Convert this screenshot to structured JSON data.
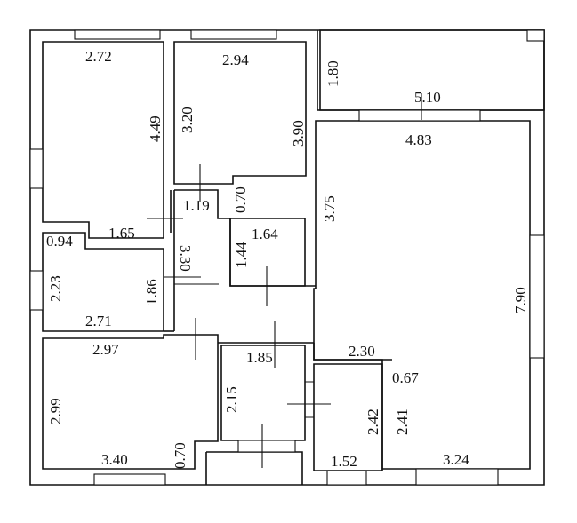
{
  "plan": {
    "labels": {
      "r1_width": "2.72",
      "r1_height": "4.49",
      "r1_bottom": "1.65",
      "r2_width": "2.94",
      "r2_left": "3.20",
      "r2_right": "3.90",
      "r3_height": "1.80",
      "r3_width": "5.10",
      "living_top": "4.83",
      "living_left": "3.75",
      "living_right": "7.90",
      "living_bottom": "3.24",
      "corr_a": "1.19",
      "corr_b": "0.70",
      "corr_c": "3.30",
      "small_width": "1.64",
      "small_height": "1.44",
      "r4_top": "0.94",
      "r4_left": "2.23",
      "r4_right": "1.86",
      "r4_bottom": "2.71",
      "r5_top": "2.97",
      "r5_left": "2.99",
      "r5_bottom": "3.40",
      "r5_step": "0.70",
      "r6_top": "1.85",
      "r6_left": "2.15",
      "r7_top": "2.30",
      "r7_right": "2.42",
      "r7_bottom": "1.52",
      "r8_top": "0.67",
      "r8_left": "2.41"
    }
  }
}
